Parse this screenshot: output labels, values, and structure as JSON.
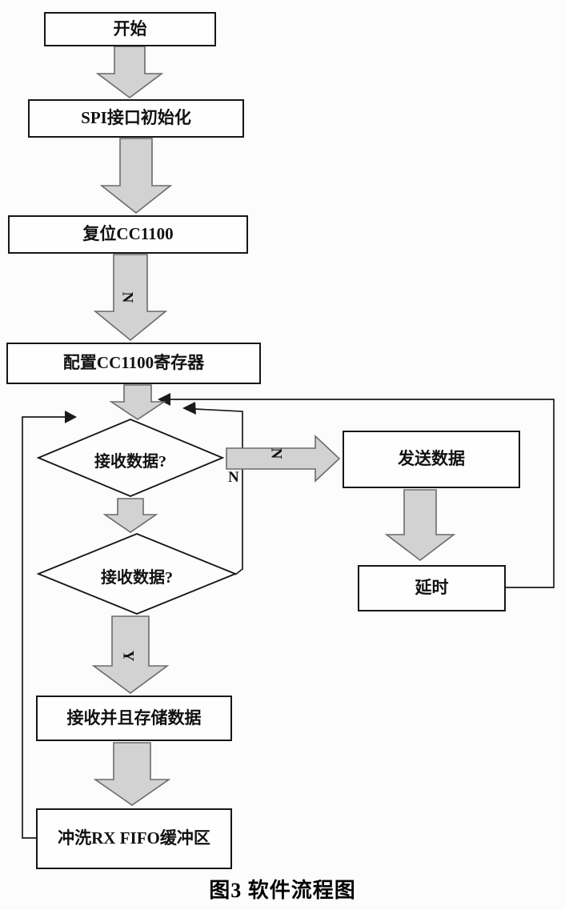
{
  "figure_caption": "图3 软件流程图",
  "nodes": {
    "start": {
      "label": "开始"
    },
    "spi_init": {
      "label": "SPI接口初始化"
    },
    "reset_cc1100": {
      "label": "复位CC1100"
    },
    "config_registers": {
      "label": "配置CC1100寄存器"
    },
    "decision_receive_1": {
      "label": "接收数据?"
    },
    "send_data": {
      "label": "发送数据"
    },
    "delay": {
      "label": "延时"
    },
    "decision_receive_2": {
      "label": "接收数据?"
    },
    "receive_and_store": {
      "label": "接收并且存储数据"
    },
    "flush_rx_fifo": {
      "label": "冲洗RX FIFO缓冲区"
    }
  },
  "edge_labels": {
    "n_after_reset": "N",
    "n_to_send_data": "N",
    "n_below_decision1": "N",
    "y_to_receive_store": "Y"
  },
  "colors": {
    "block_arrow_fill": "#d2d2d2",
    "block_arrow_stroke": "#6b6b6b",
    "connector_line": "#1a1a1a",
    "box_border": "#161616",
    "background": "#fcfcfc"
  }
}
